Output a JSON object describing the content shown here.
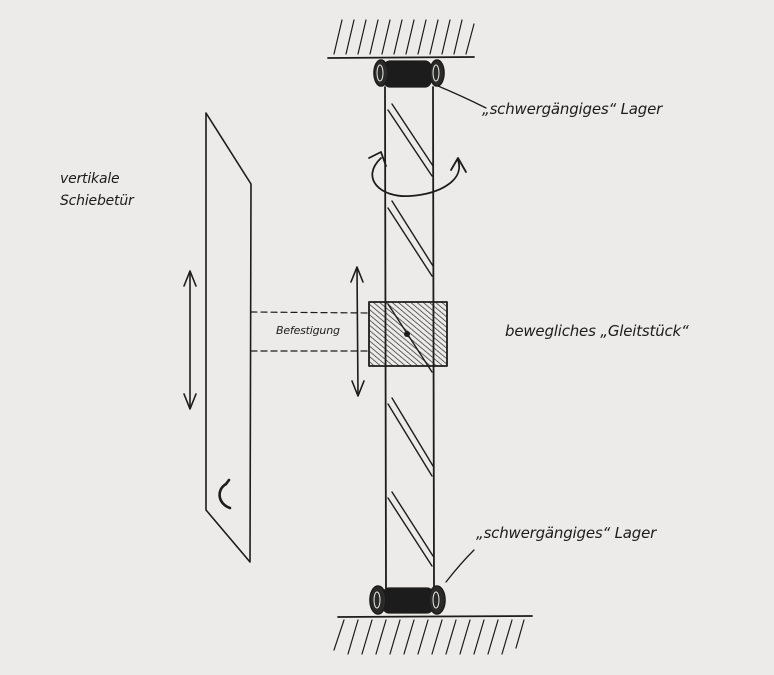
{
  "labels": {
    "door": "vertikale\nSchiebetür",
    "bearing_top": "„schwergängiges“ Lager",
    "bearing_bottom": "„schwergängiges“ Lager",
    "slider": "bewegliches „Gleitstück“",
    "coupling": "Befestigung"
  },
  "colors": {
    "paper": "#ecebe9",
    "ink": "#1c1c1c"
  },
  "icons": {
    "rotation": "curved-double-arrow-icon",
    "vertical_motion": "double-headed-arrow-icon",
    "handle": "door-handle-icon"
  }
}
